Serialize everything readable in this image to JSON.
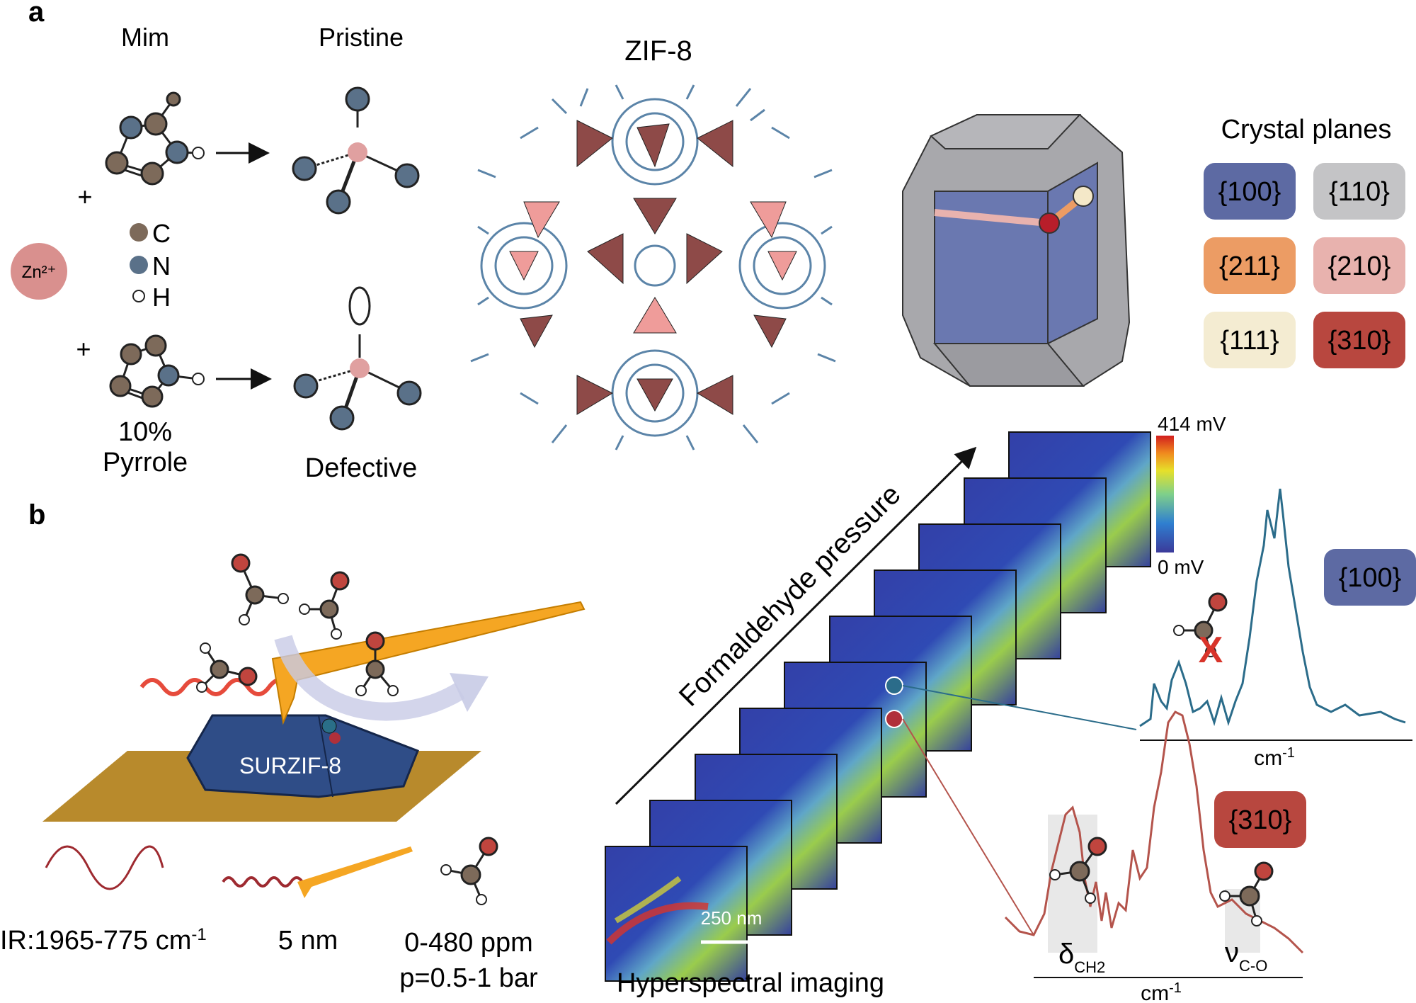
{
  "panel_a": {
    "letter": "a",
    "mim_label": "Mim",
    "pristine_label": "Pristine",
    "zif_label": "ZIF-8",
    "zn_label": "Zn²⁺",
    "plus": "+",
    "legend": {
      "c": "C",
      "n": "N",
      "h": "H"
    },
    "pyrrole_percent": "10%",
    "pyrrole_label": "Pyrrole",
    "defective_label": "Defective",
    "crystal_planes_title": "Crystal planes",
    "planes": [
      {
        "label": "{100}",
        "color": "#5d6aa3"
      },
      {
        "label": "{110}",
        "color": "#c4c4c6"
      },
      {
        "label": "{211}",
        "color": "#ec9c64"
      },
      {
        "label": "{210}",
        "color": "#e8b2ae"
      },
      {
        "label": "{111}",
        "color": "#f4ecd2"
      },
      {
        "label": "{310}",
        "color": "#b8473f"
      }
    ]
  },
  "panel_b": {
    "letter": "b",
    "crystal_label": "SURZIF-8",
    "ir_label": "IR:1965-775 cm",
    "ir_sup": "-1",
    "tip_label": "5 nm",
    "ppm_label": "0-480 ppm",
    "pressure_label": "p=0.5-1 bar",
    "axis_label": "Formaldehyde pressure",
    "colorbar_max": "414 mV",
    "colorbar_min": "0 mV",
    "scale_bar": "250 nm",
    "imaging_label": "Hyperspectral imaging",
    "spectrum_top_tag": "{100}",
    "spectrum_bottom_tag": "{310}",
    "xaxis_label": "cm",
    "xaxis_sup": "-1",
    "delta_symbol": "δ",
    "delta_sub": "CH2",
    "nu_symbol": "ν",
    "nu_sub": "C-O",
    "cross_mark": "X"
  },
  "colors": {
    "carbon": "#7d6a5a",
    "nitrogen": "#5a7189",
    "zinc": "#e0a0a0",
    "oxygen": "#c0453e",
    "spectrum_top": "#2b6c8a",
    "spectrum_bottom": "#b4544c",
    "tip": "#f5a623",
    "substrate": "#b88a2c",
    "crystal": "#2f4d87"
  }
}
